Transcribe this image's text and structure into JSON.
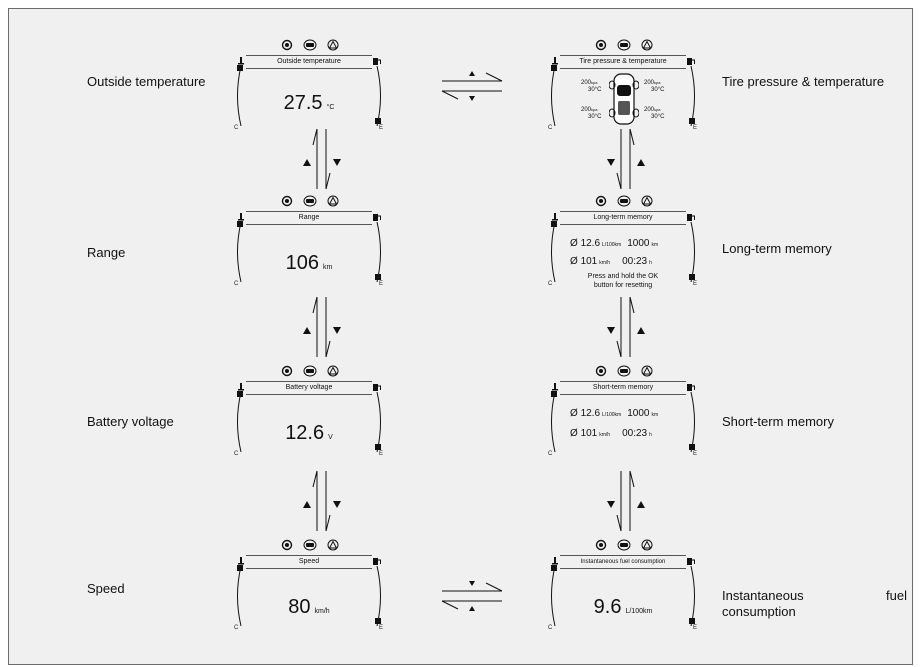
{
  "labels": {
    "outside_temperature": "Outside temperature",
    "range": "Range",
    "battery_voltage": "Battery voltage",
    "speed": "Speed",
    "tire_pressure": "Tire pressure & temperature",
    "long_term": "Long-term memory",
    "short_term": "Short-term memory",
    "instantaneous_line1": "Instantaneous",
    "instantaneous_fuel": "fuel",
    "instantaneous_line2": "consumption"
  },
  "panel_letters": {
    "left": "C",
    "right": "E"
  },
  "panels": {
    "outside_temperature": {
      "title": "Outside temperature",
      "value": "27.5",
      "unit": "°C"
    },
    "range": {
      "title": "Range",
      "value": "106",
      "unit": "km"
    },
    "battery_voltage": {
      "title": "Battery voltage",
      "value": "12.6",
      "unit": "V"
    },
    "speed": {
      "title": "Speed",
      "value": "80",
      "unit": "km/h"
    },
    "tire_pressure": {
      "title": "Tire pressure & temperature",
      "front_left": {
        "pressure": "200",
        "pressure_unit": "kpa",
        "temperature": "30°C"
      },
      "front_right": {
        "pressure": "200",
        "pressure_unit": "kpa",
        "temperature": "30°C"
      },
      "rear_left": {
        "pressure": "200",
        "pressure_unit": "kpa",
        "temperature": "30°C"
      },
      "rear_right": {
        "pressure": "200",
        "pressure_unit": "kpa",
        "temperature": "30°C"
      }
    },
    "long_term": {
      "title": "Long-term memory",
      "row1": {
        "symbol": "Ø",
        "value": "12.6",
        "unit": "L/100km",
        "value2": "1000",
        "unit2": "km"
      },
      "row2": {
        "symbol": "Ø",
        "value": "101",
        "unit": "km/h",
        "value2": "00:23",
        "unit2": "h"
      },
      "note_line1": "Press and hold the OK",
      "note_line2": "button for resetting"
    },
    "short_term": {
      "title": "Short-term memory",
      "row1": {
        "symbol": "Ø",
        "value": "12.6",
        "unit": "L/100km",
        "value2": "1000",
        "unit2": "km"
      },
      "row2": {
        "symbol": "Ø",
        "value": "101",
        "unit": "km/h",
        "value2": "00:23",
        "unit2": "h"
      }
    },
    "instantaneous": {
      "title": "Instantaneous fuel consumption",
      "value": "9.6",
      "unit": "L/100km"
    }
  },
  "icons": [
    "gear-icon",
    "car-icon",
    "warning-icon",
    "fuel-pump-icon",
    "coolant-temperature-icon"
  ]
}
